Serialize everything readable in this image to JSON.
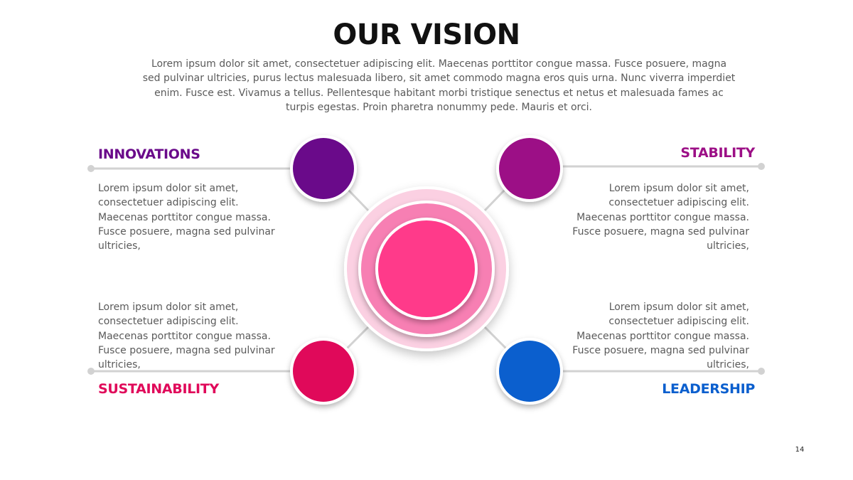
{
  "slide": {
    "title": "OUR VISION",
    "intro": "Lorem ipsum dolor sit amet, consectetuer adipiscing elit. Maecenas porttitor congue massa. Fusce posuere, magna sed pulvinar ultricies, purus lectus malesuada libero, sit amet commodo magna eros quis urna. Nunc viverra imperdiet enim. Fusce est. Vivamus a tellus. Pellentesque habitant morbi tristique senectus et netus et malesuada fames ac turpis egestas. Proin pharetra nonummy pede. Mauris et orci.",
    "page_number": "14"
  },
  "colors": {
    "innovations": "#6a0a8a",
    "stability": "#9c0f86",
    "sustainability": "#e0095a",
    "leadership": "#0b5fce",
    "center": "#ff3a8a",
    "center_ring_mid": "#f77fb3",
    "center_ring_outer": "#fbd0e2",
    "connector": "#d2d2d2"
  },
  "nodes": {
    "innovations": {
      "label": "INNOVATIONS",
      "text": "Lorem ipsum dolor sit amet, consectetuer adipiscing elit. Maecenas porttitor congue massa. Fusce posuere, magna sed pulvinar ultricies,"
    },
    "stability": {
      "label": "STABILITY",
      "text": "Lorem ipsum dolor sit amet, consectetuer adipiscing elit. Maecenas porttitor congue massa. Fusce posuere, magna sed pulvinar ultricies,"
    },
    "sustainability": {
      "label": "SUSTAINABILITY",
      "text": "Lorem ipsum dolor sit amet, consectetuer adipiscing elit. Maecenas porttitor congue massa. Fusce posuere, magna sed pulvinar ultricies,"
    },
    "leadership": {
      "label": "LEADERSHIP",
      "text": "Lorem ipsum dolor sit amet, consectetuer adipiscing elit. Maecenas porttitor congue massa. Fusce posuere, magna sed pulvinar ultricies,"
    }
  }
}
